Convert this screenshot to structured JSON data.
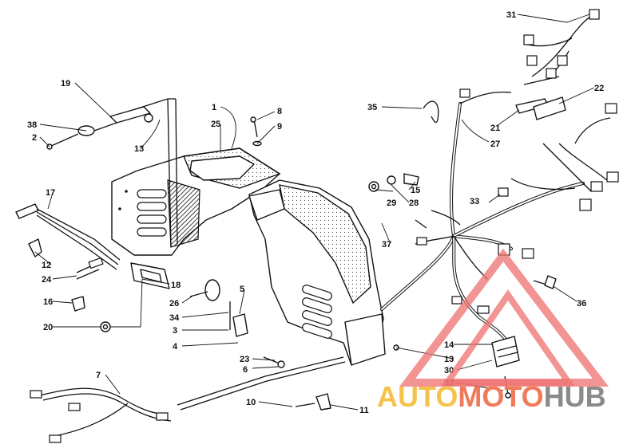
{
  "callouts": {
    "c1": "1",
    "c2": "2",
    "c3": "3",
    "c4": "4",
    "c5": "5",
    "c6": "6",
    "c7": "7",
    "c8": "8",
    "c9": "9",
    "c10": "10",
    "c11": "11",
    "c12": "12",
    "c13a": "13",
    "c13b": "13",
    "c14": "14",
    "c15": "15",
    "c16": "16",
    "c17": "17",
    "c18": "18",
    "c19": "19",
    "c20": "20",
    "c21": "21",
    "c22": "22",
    "c23": "23",
    "c24": "24",
    "c25": "25",
    "c26": "26",
    "c27": "27",
    "c28": "28",
    "c29": "29",
    "c30": "30",
    "c31": "31",
    "c32": "32",
    "c33": "33",
    "c34": "34",
    "c35": "35",
    "c36": "36",
    "c37": "37",
    "c38": "38"
  },
  "watermark": {
    "part_a": "AUTO",
    "part_b": "MOTO",
    "part_c": "HUB",
    "colors": {
      "triangle": "#ef7070",
      "auto": "#f6c34a",
      "moto": "#f07a5a",
      "hub": "#8a8a8a"
    }
  }
}
